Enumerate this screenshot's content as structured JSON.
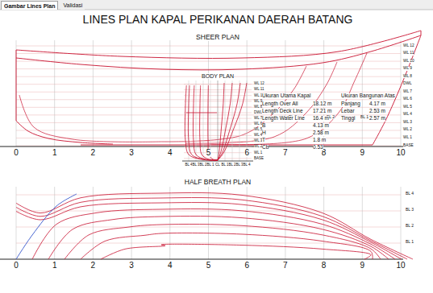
{
  "diagram": {
    "title": "LINES PLAN KAPAL PERIKANAN DAERAH BATANG",
    "nodes": [
      {
        "text": [
          "Gambar Lines Plan"
        ]
      },
      {
        "text": [
          "Validasi"
        ]
      }
    ],
    "labels": [
      "SHEER PLAN",
      "0",
      "1",
      "2",
      "3",
      "4",
      "5",
      "6",
      "7",
      "8",
      "9",
      "10",
      "WL 12",
      "WL 11",
      "WL 10",
      "WL 9",
      "WL 8",
      "DWL",
      "WL 7",
      "WL 6",
      "WL 5",
      "WL 4",
      "WL 3",
      "WL 2",
      "WL 1",
      "BASE",
      "BL 3",
      "BL 2",
      "BL 1",
      "BODY PLAN",
      "WL 12",
      "WL 11",
      "WL 10",
      "WL 9",
      "WL 8",
      "DWL",
      "WL 7",
      "WL 6",
      "WL 5",
      "WL 4",
      "WL 3",
      "WL 2",
      "WL 1",
      "BASE",
      "BL 4",
      "BL 3",
      "BL 2",
      "BL 1",
      "CL",
      "BL 1",
      "BL 2",
      "BL 3",
      "BL 4",
      "Ukuran Utama Kapal",
      "Length Over All",
      "18.12 m",
      "Length Deck Line",
      "17.21 m",
      "Length Water Line",
      "16.4 m",
      "B",
      "4.13 m",
      "H",
      "2.58 m",
      "T",
      "1.8 m",
      "Cb",
      "0.53",
      "Ukuran Bangunan Atas",
      "Panjang",
      "4.17 m",
      "Lebar",
      "2.53 m",
      "Tinggi",
      "2.57 m",
      "HALF BREATH PLAN",
      "0",
      "1",
      "2",
      "3",
      "4",
      "5",
      "6",
      "7",
      "8",
      "9",
      "10",
      "BL 4",
      "BL 3",
      "BL 2",
      "BL 1"
    ]
  }
}
